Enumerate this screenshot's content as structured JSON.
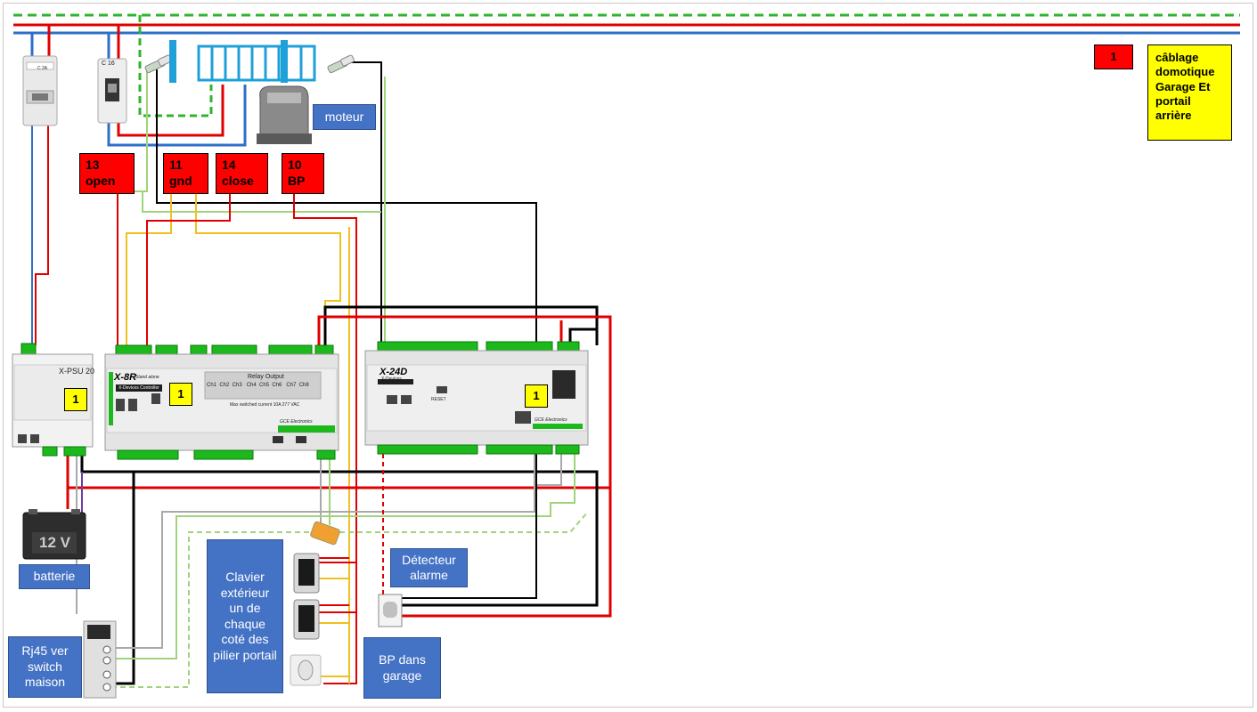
{
  "labels": {
    "open": "13\nopen",
    "gnd": "11\ngnd",
    "close": "14\nclose",
    "bp": "10\nBP",
    "legend_number": "1",
    "legend_text": "câblage domotique Garage Et portail arrière",
    "moteur": "moteur",
    "batterie": "batterie",
    "clavier": "Clavier extérieur un de chaque coté des pilier portail",
    "detecteur": "Détecteur alarme",
    "bp_garage": "BP dans garage",
    "rj45": "Rj45 ver switch maison"
  },
  "modules": {
    "psu_name": "X-PSU 20",
    "psu_badge": "1",
    "x8r_name": "X-8R",
    "x8r_sub": "Stand alone",
    "x8r_controller": "X-Devices Controller",
    "x8r_relay": "Relay Output",
    "x8r_channels": "Ch1  Ch2  Ch3   Ch4  Ch5  Ch6   Ch7  Ch8",
    "x8r_max": "Max switched current 10A 277 VAC",
    "x8r_brand": "GCE Electronics",
    "x8r_badge": "1",
    "x24d_name": "X-24D",
    "x24d_sub": "X-Devices",
    "x24d_reset": "RESET",
    "x24d_brand": "GCE Electronics",
    "x24d_badge": "1",
    "breaker1": "C 2A",
    "breaker2": "C 16",
    "battery": "12 V"
  },
  "colors": {
    "phase": "#e00000",
    "neutral": "#2e6fc9",
    "earth": "#2db52d",
    "black": "#000000",
    "yellow_wire": "#f0c020",
    "green_wire": "#9fd47a",
    "grey_wire": "#a9a9a9"
  }
}
